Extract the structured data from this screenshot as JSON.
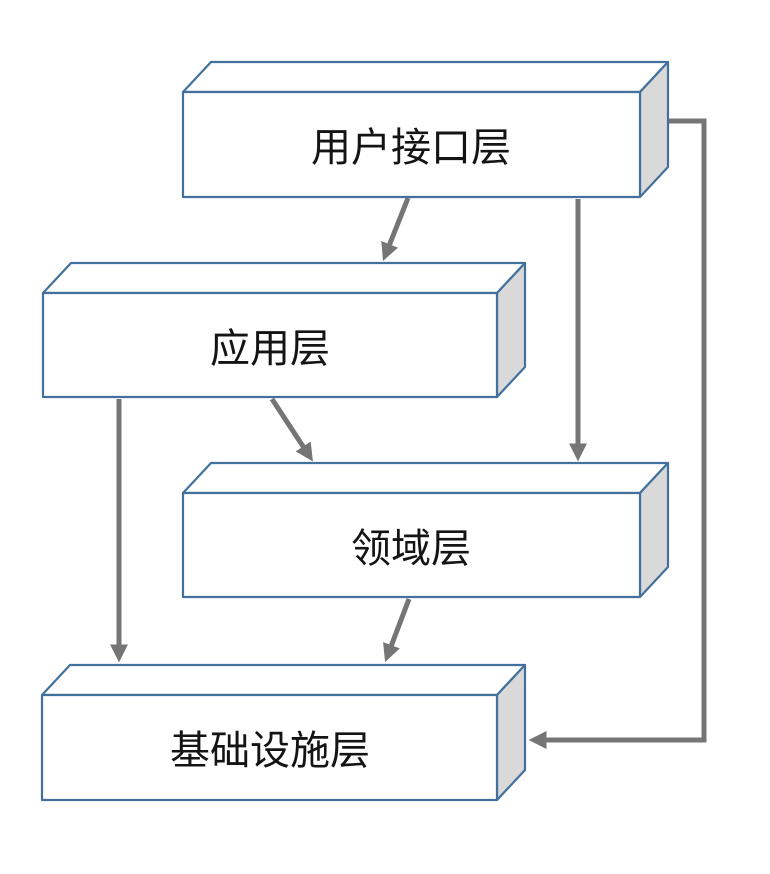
{
  "diagram": {
    "type": "layered-architecture",
    "nodes": [
      {
        "id": "user-interface-layer",
        "label": "用户接口层"
      },
      {
        "id": "application-layer",
        "label": "应用层"
      },
      {
        "id": "domain-layer",
        "label": "领域层"
      },
      {
        "id": "infrastructure-layer",
        "label": "基础设施层"
      }
    ],
    "edges": [
      {
        "from": "user-interface-layer",
        "to": "application-layer"
      },
      {
        "from": "user-interface-layer",
        "to": "domain-layer"
      },
      {
        "from": "user-interface-layer",
        "to": "infrastructure-layer"
      },
      {
        "from": "application-layer",
        "to": "domain-layer"
      },
      {
        "from": "application-layer",
        "to": "infrastructure-layer"
      },
      {
        "from": "domain-layer",
        "to": "infrastructure-layer"
      }
    ]
  },
  "colors": {
    "box_border": "#41719c",
    "box_front_fill": "#ffffff",
    "box_side_fill": "#d9d9d9",
    "arrow": "#757575",
    "text": "#141414",
    "background": "#ffffff"
  }
}
